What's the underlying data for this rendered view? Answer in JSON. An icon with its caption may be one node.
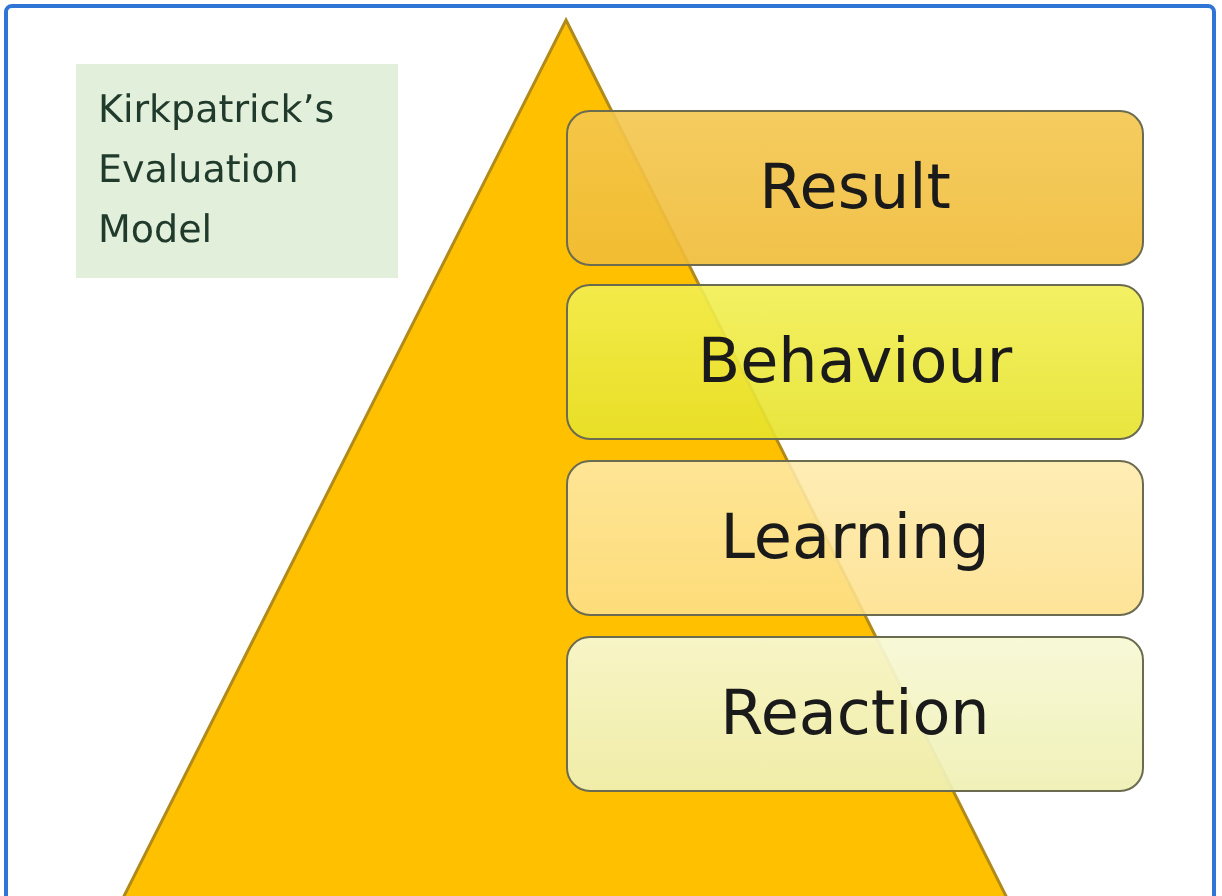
{
  "diagram": {
    "nodes": [
      {
        "text": [
          "Kirkpatrick’s Evaluation Model"
        ]
      },
      {
        "text": [
          "Result"
        ]
      },
      {
        "text": [
          "Behaviour"
        ]
      },
      {
        "text": [
          "Learning"
        ]
      },
      {
        "text": [
          "Reaction"
        ]
      }
    ]
  }
}
